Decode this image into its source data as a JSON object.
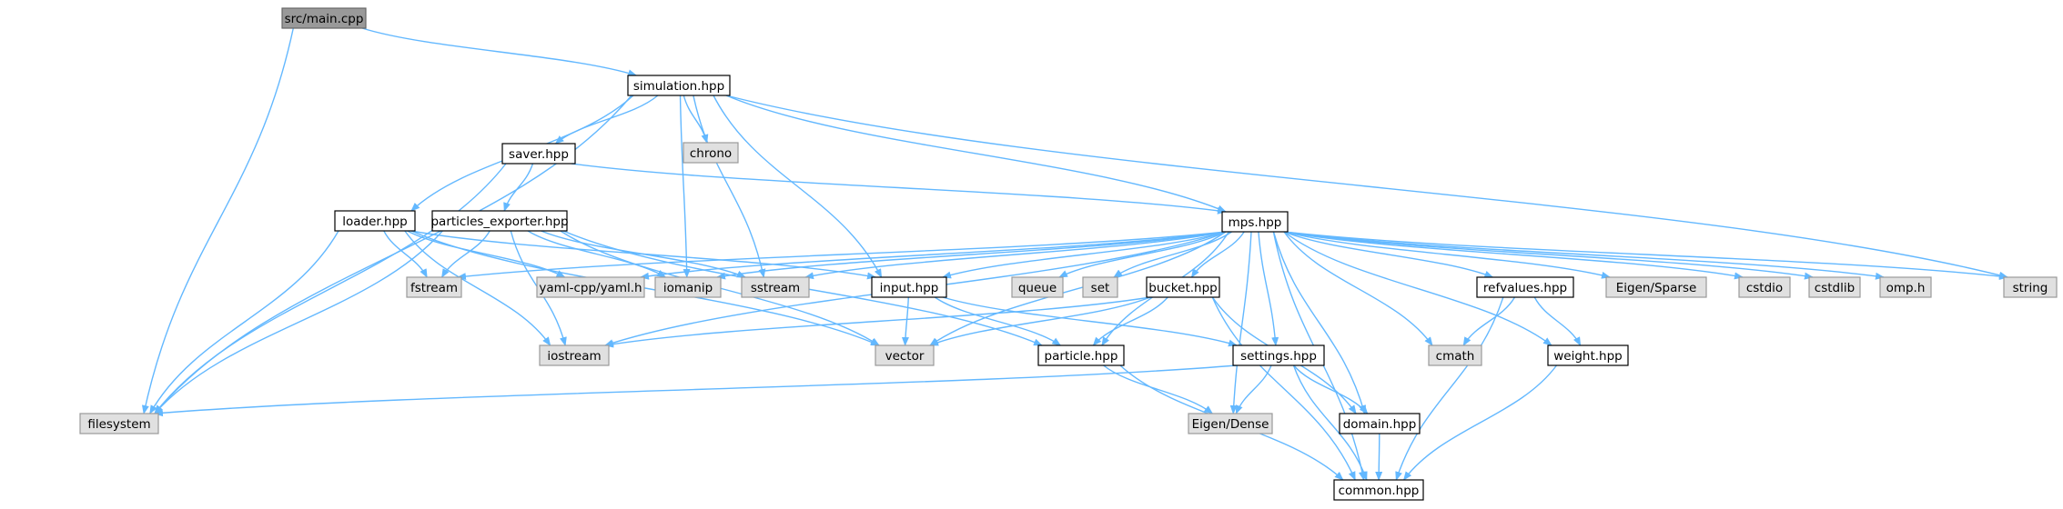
{
  "colors": {
    "edge": "#63b8ff",
    "root_fill": "#999999",
    "root_border": "#666666",
    "file_fill": "#ffffff",
    "file_border": "#000000",
    "system_fill": "#e0e0e0",
    "system_border": "#999999"
  },
  "nodes": [
    {
      "id": "main",
      "label": "src/main.cpp",
      "kind": "root",
      "name": "node-main-cpp"
    },
    {
      "id": "simulation",
      "label": "simulation.hpp",
      "kind": "file",
      "name": "node-simulation-hpp"
    },
    {
      "id": "chrono",
      "label": "chrono",
      "kind": "system",
      "name": "node-chrono"
    },
    {
      "id": "saver",
      "label": "saver.hpp",
      "kind": "file",
      "name": "node-saver-hpp"
    },
    {
      "id": "loader",
      "label": "loader.hpp",
      "kind": "file",
      "name": "node-loader-hpp"
    },
    {
      "id": "pexporter",
      "label": "particles_exporter.hpp",
      "kind": "file",
      "name": "node-particles-exporter-hpp"
    },
    {
      "id": "mps",
      "label": "mps.hpp",
      "kind": "file",
      "name": "node-mps-hpp"
    },
    {
      "id": "fstream",
      "label": "fstream",
      "kind": "system",
      "name": "node-fstream"
    },
    {
      "id": "yaml",
      "label": "yaml-cpp/yaml.h",
      "kind": "system",
      "name": "node-yaml-cpp"
    },
    {
      "id": "iomanip",
      "label": "iomanip",
      "kind": "system",
      "name": "node-iomanip"
    },
    {
      "id": "sstream",
      "label": "sstream",
      "kind": "system",
      "name": "node-sstream"
    },
    {
      "id": "input",
      "label": "input.hpp",
      "kind": "file",
      "name": "node-input-hpp"
    },
    {
      "id": "queue",
      "label": "queue",
      "kind": "system",
      "name": "node-queue"
    },
    {
      "id": "set",
      "label": "set",
      "kind": "system",
      "name": "node-set"
    },
    {
      "id": "bucket",
      "label": "bucket.hpp",
      "kind": "file",
      "name": "node-bucket-hpp"
    },
    {
      "id": "refvalues",
      "label": "refvalues.hpp",
      "kind": "file",
      "name": "node-refvalues-hpp"
    },
    {
      "id": "eigensparse",
      "label": "Eigen/Sparse",
      "kind": "system",
      "name": "node-eigen-sparse"
    },
    {
      "id": "cstdio",
      "label": "cstdio",
      "kind": "system",
      "name": "node-cstdio"
    },
    {
      "id": "cstdlib",
      "label": "cstdlib",
      "kind": "system",
      "name": "node-cstdlib"
    },
    {
      "id": "omp",
      "label": "omp.h",
      "kind": "system",
      "name": "node-omp-h"
    },
    {
      "id": "string",
      "label": "string",
      "kind": "system",
      "name": "node-string"
    },
    {
      "id": "iostream",
      "label": "iostream",
      "kind": "system",
      "name": "node-iostream"
    },
    {
      "id": "vector",
      "label": "vector",
      "kind": "system",
      "name": "node-vector"
    },
    {
      "id": "particle",
      "label": "particle.hpp",
      "kind": "file",
      "name": "node-particle-hpp"
    },
    {
      "id": "settings",
      "label": "settings.hpp",
      "kind": "file",
      "name": "node-settings-hpp"
    },
    {
      "id": "cmath",
      "label": "cmath",
      "kind": "system",
      "name": "node-cmath"
    },
    {
      "id": "weight",
      "label": "weight.hpp",
      "kind": "file",
      "name": "node-weight-hpp"
    },
    {
      "id": "filesystem",
      "label": "filesystem",
      "kind": "system",
      "name": "node-filesystem"
    },
    {
      "id": "eigendense",
      "label": "Eigen/Dense",
      "kind": "system",
      "name": "node-eigen-dense"
    },
    {
      "id": "domain",
      "label": "domain.hpp",
      "kind": "file",
      "name": "node-domain-hpp"
    },
    {
      "id": "common",
      "label": "common.hpp",
      "kind": "file",
      "name": "node-common-hpp"
    }
  ],
  "edges": [
    [
      "main",
      "simulation"
    ],
    [
      "main",
      "filesystem"
    ],
    [
      "simulation",
      "filesystem"
    ],
    [
      "simulation",
      "chrono"
    ],
    [
      "simulation",
      "saver"
    ],
    [
      "simulation",
      "loader"
    ],
    [
      "simulation",
      "iomanip"
    ],
    [
      "simulation",
      "sstream"
    ],
    [
      "simulation",
      "input"
    ],
    [
      "simulation",
      "mps"
    ],
    [
      "simulation",
      "string"
    ],
    [
      "saver",
      "pexporter"
    ],
    [
      "saver",
      "mps"
    ],
    [
      "saver",
      "filesystem"
    ],
    [
      "loader",
      "fstream"
    ],
    [
      "loader",
      "yaml"
    ],
    [
      "loader",
      "input"
    ],
    [
      "loader",
      "iostream"
    ],
    [
      "loader",
      "vector"
    ],
    [
      "loader",
      "filesystem"
    ],
    [
      "pexporter",
      "fstream"
    ],
    [
      "pexporter",
      "iomanip"
    ],
    [
      "pexporter",
      "sstream"
    ],
    [
      "pexporter",
      "particle"
    ],
    [
      "pexporter",
      "iostream"
    ],
    [
      "pexporter",
      "vector"
    ],
    [
      "pexporter",
      "filesystem"
    ],
    [
      "mps",
      "fstream"
    ],
    [
      "mps",
      "yaml"
    ],
    [
      "mps",
      "iomanip"
    ],
    [
      "mps",
      "sstream"
    ],
    [
      "mps",
      "input"
    ],
    [
      "mps",
      "queue"
    ],
    [
      "mps",
      "set"
    ],
    [
      "mps",
      "bucket"
    ],
    [
      "mps",
      "refvalues"
    ],
    [
      "mps",
      "eigensparse"
    ],
    [
      "mps",
      "cstdio"
    ],
    [
      "mps",
      "cstdlib"
    ],
    [
      "mps",
      "omp"
    ],
    [
      "mps",
      "string"
    ],
    [
      "mps",
      "iostream"
    ],
    [
      "mps",
      "vector"
    ],
    [
      "mps",
      "particle"
    ],
    [
      "mps",
      "settings"
    ],
    [
      "mps",
      "cmath"
    ],
    [
      "mps",
      "weight"
    ],
    [
      "mps",
      "eigendense"
    ],
    [
      "mps",
      "domain"
    ],
    [
      "mps",
      "common"
    ],
    [
      "input",
      "vector"
    ],
    [
      "input",
      "particle"
    ],
    [
      "input",
      "settings"
    ],
    [
      "bucket",
      "iostream"
    ],
    [
      "bucket",
      "vector"
    ],
    [
      "bucket",
      "particle"
    ],
    [
      "bucket",
      "domain"
    ],
    [
      "bucket",
      "common"
    ],
    [
      "refvalues",
      "cmath"
    ],
    [
      "refvalues",
      "weight"
    ],
    [
      "refvalues",
      "common"
    ],
    [
      "particle",
      "eigendense"
    ],
    [
      "particle",
      "common"
    ],
    [
      "settings",
      "filesystem"
    ],
    [
      "settings",
      "eigendense"
    ],
    [
      "settings",
      "domain"
    ],
    [
      "settings",
      "common"
    ],
    [
      "weight",
      "common"
    ],
    [
      "domain",
      "common"
    ]
  ]
}
